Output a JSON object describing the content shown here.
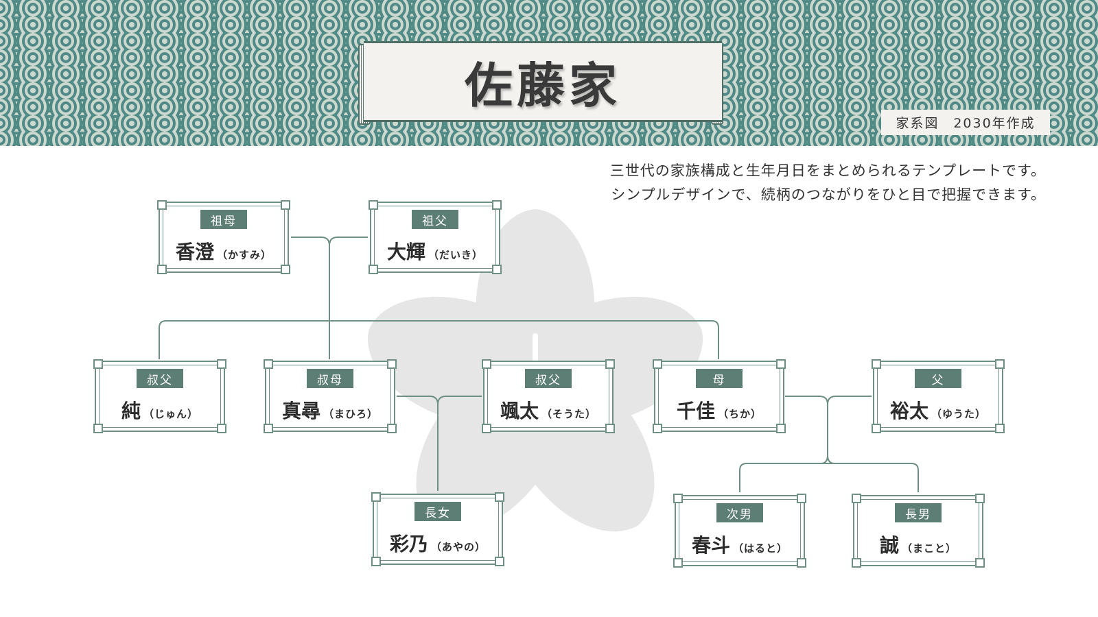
{
  "header": {
    "title": "佐藤家",
    "subtitle": "家系図　2030年作成"
  },
  "description": {
    "line1": "三世代の家族構成と生年月日をまとめられるテンプレートです。",
    "line2": "シンプルデザインで、続柄のつながりをひと目で把握できます。"
  },
  "colors": {
    "accent": "#5d7e74",
    "wave_dark": "#4f8a86",
    "wave_light": "#cdd9cf",
    "crest": "#e6e6e6"
  },
  "members": {
    "grandmother": {
      "role": "祖母",
      "name": "香澄",
      "kana": "（かすみ）"
    },
    "grandfather": {
      "role": "祖父",
      "name": "大輝",
      "kana": "（だいき）"
    },
    "uncle1": {
      "role": "叔父",
      "name": "純",
      "kana": "（じゅん）"
    },
    "aunt": {
      "role": "叔母",
      "name": "真尋",
      "kana": "（まひろ）"
    },
    "uncle2": {
      "role": "叔父",
      "name": "颯太",
      "kana": "（そうた）"
    },
    "mother": {
      "role": "母",
      "name": "千佳",
      "kana": "（ちか）"
    },
    "father": {
      "role": "父",
      "name": "裕太",
      "kana": "（ゆうた）"
    },
    "eldest_daughter": {
      "role": "長女",
      "name": "彩乃",
      "kana": "（あやの）"
    },
    "second_son": {
      "role": "次男",
      "name": "春斗",
      "kana": "（はると）"
    },
    "eldest_son": {
      "role": "長男",
      "name": "誠",
      "kana": "（まこと）"
    }
  }
}
